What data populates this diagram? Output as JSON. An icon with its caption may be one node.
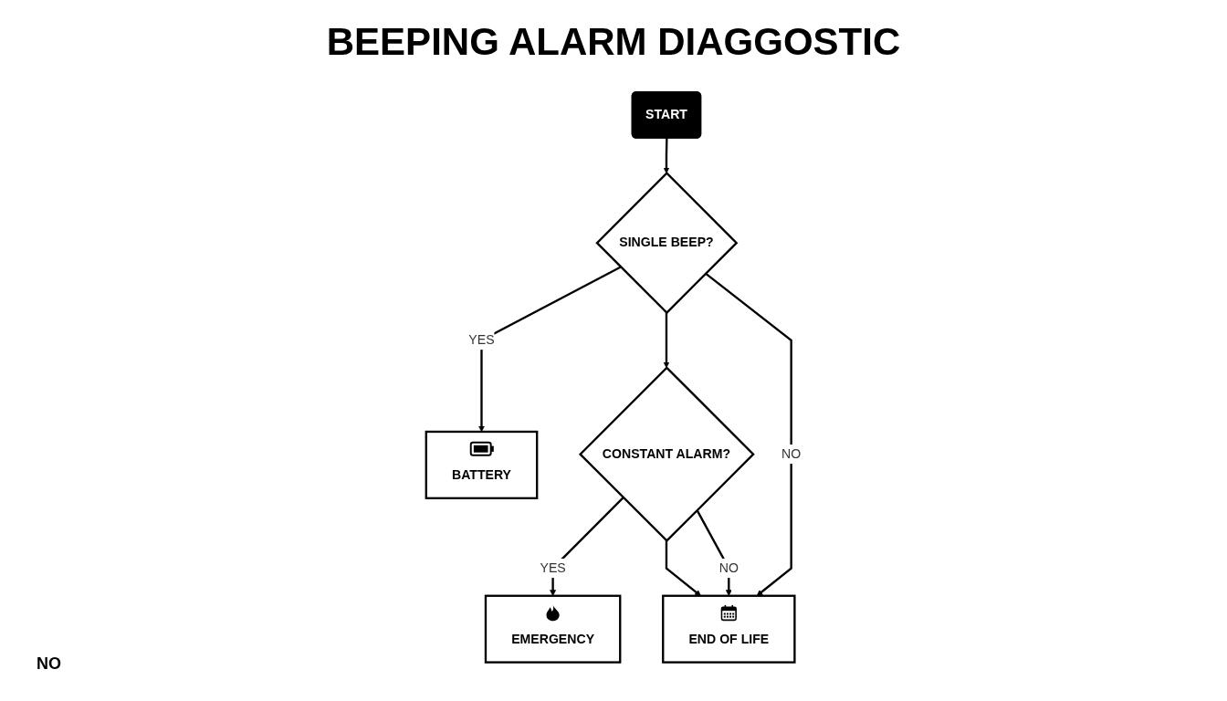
{
  "diagram": {
    "title": "BEEPING ALARM DIAGGOSTIC",
    "nodes": [
      {
        "text": [
          "START"
        ]
      },
      {
        "text": [
          "SINGLE BEEP?"
        ]
      },
      {
        "text": [
          "BATTERY"
        ]
      },
      {
        "text": [
          "CONSTANT ALARM?"
        ]
      },
      {
        "text": [
          "EMERGENCY"
        ]
      },
      {
        "text": [
          "END OF LIFE"
        ]
      }
    ],
    "edges": [
      {
        "from": 0,
        "to": 1,
        "arrow": "to"
      },
      {
        "from": 1,
        "to": 2,
        "label": "YES",
        "arrow": "to"
      },
      {
        "from": 1,
        "to": 3,
        "arrow": "to"
      },
      {
        "from": 3,
        "to": 4,
        "label": "YES",
        "arrow": "to"
      },
      {
        "from": 3,
        "to": 5,
        "arrow": "to"
      },
      {
        "from": 1,
        "to": 5,
        "label": "NO",
        "arrow": "to"
      },
      {
        "from": 3,
        "to": 5,
        "label": "NO",
        "arrow": "to"
      }
    ],
    "labels": [
      "NO"
    ]
  }
}
